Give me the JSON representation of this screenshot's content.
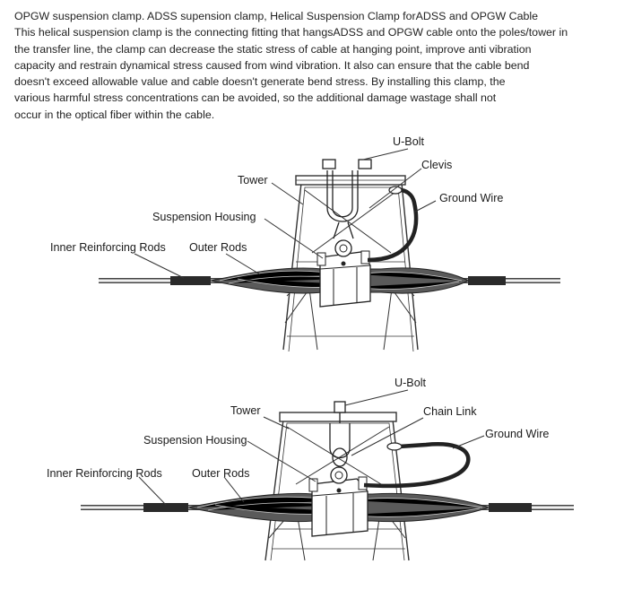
{
  "intro": {
    "lines": [
      "OPGW suspension clamp. ADSS supension clamp, Helical Suspension Clamp forADSS and OPGW Cable",
      "This helical suspension clamp is the connecting fitting that hangsADSS and  OPGW cable onto the poles/tower in",
      "the transfer line, the clamp can decrease the static stress of cable at hanging point, improve anti vibration",
      "capacity and restrain dynamical stress caused from wind vibration. It also can ensure that the cable bend",
      "doesn't exceed allowable value and cable doesn't generate bend stress. By installing this clamp, the",
      "various harmful stress concentrations can be avoided, so the additional damage wastage shall not",
      "occur in the optical fiber within the cable."
    ]
  },
  "diagram_top": {
    "labels": {
      "u_bolt": "U-Bolt",
      "clevis": "Clevis",
      "tower": "Tower",
      "ground_wire": "Ground Wire",
      "suspension_housing": "Suspension Housing",
      "inner_rods": "Inner Reinforcing Rods",
      "outer_rods": "Outer Rods"
    }
  },
  "diagram_bottom": {
    "labels": {
      "u_bolt": "U-Bolt",
      "tower": "Tower",
      "chain_link": "Chain Link",
      "ground_wire": "Ground Wire",
      "suspension_housing": "Suspension Housing",
      "inner_rods": "Inner Reinforcing Rods",
      "outer_rods": "Outer Rods"
    }
  }
}
